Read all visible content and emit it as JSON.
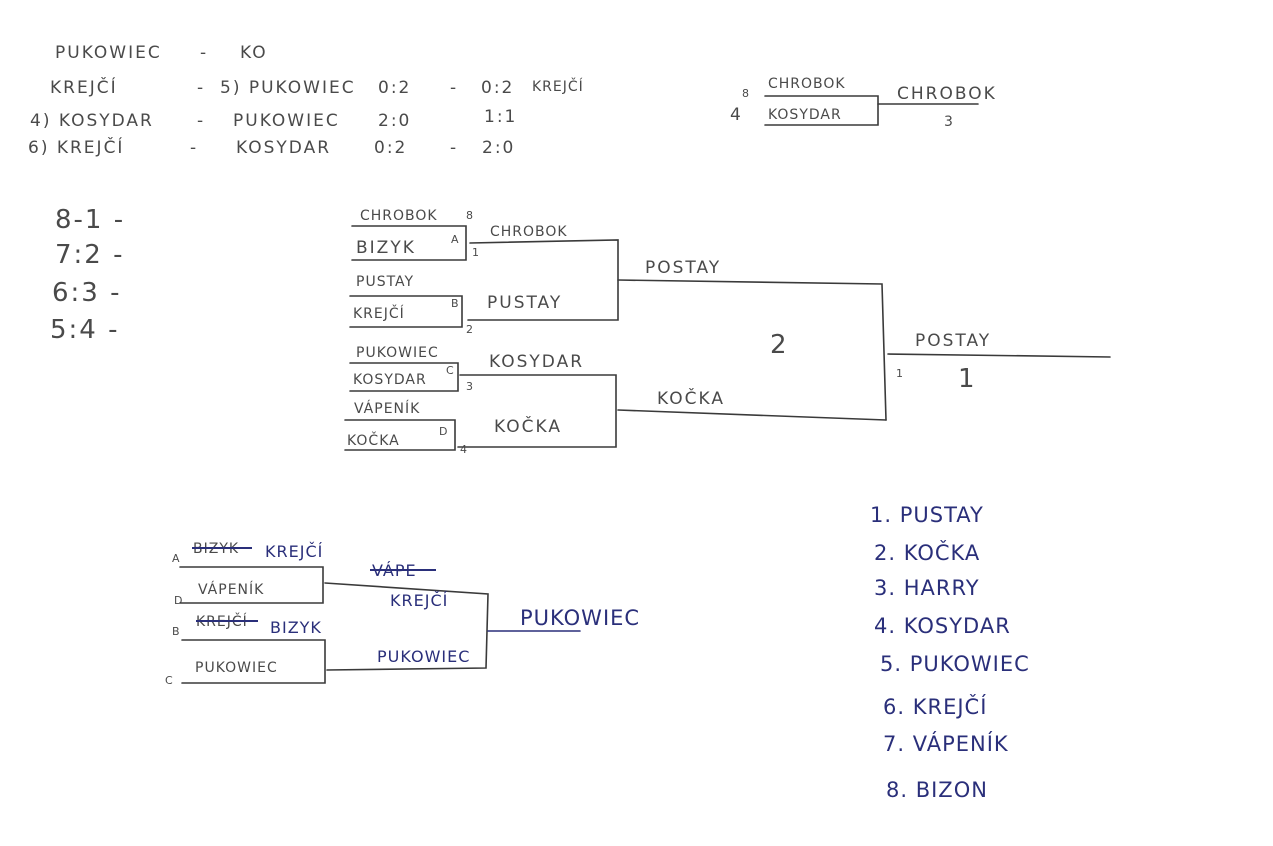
{
  "matches": {
    "r1": {
      "a": "PUKOWIEC",
      "dash": "-",
      "b": "KO"
    },
    "r2": {
      "a": "KREJČÍ",
      "dash": "-",
      "b": "5) PUKOWIEC",
      "s1": "0:2",
      "dash2": "-",
      "s2": "0:2",
      "c": "KREJČÍ"
    },
    "r3": {
      "a": "4) KOSYDAR",
      "dash": "-",
      "b": "PUKOWIEC",
      "s1": "2:0",
      "s2": "1:1"
    },
    "r4": {
      "a": "6) KREJČÍ",
      "dash": "-",
      "b": "KOSYDAR",
      "s1": "0:2",
      "dash2": "-",
      "s2": "2:0"
    }
  },
  "seeds": [
    "8-1 -",
    "7:2 -",
    "6:3 -",
    "5:4 -"
  ],
  "third_place": {
    "top": "CHROBOK",
    "top_mark": "8",
    "bottom": "KOSYDAR",
    "bottom_mark": "4",
    "winner": "CHROBOK",
    "place": "3"
  },
  "main_bracket": {
    "pairs": [
      {
        "top": "CHROBOK",
        "top_mark": "8",
        "bottom": "BIZYK",
        "letter": "A",
        "num": "1",
        "winner": "CHROBOK"
      },
      {
        "top": "PUSTAY",
        "bottom": "KREJČÍ",
        "letter": "B",
        "num": "2",
        "winner": "PUSTAY"
      },
      {
        "top": "PUKOWIEC",
        "bottom": "KOSYDAR",
        "letter": "C",
        "num": "3",
        "winner": "KOSYDAR"
      },
      {
        "top": "VÁPENÍK",
        "bottom": "KOČKA",
        "letter": "D",
        "num": "4",
        "winner": "KOČKA"
      }
    ],
    "semis": [
      "POSTAY",
      "KOČKA"
    ],
    "final_winner": "POSTAY",
    "final_mark": "1",
    "final_place": "1",
    "runner_up_place": "2"
  },
  "consolation": {
    "entries": [
      {
        "letter": "A",
        "crossed": "BIZYK",
        "name": "KREJČÍ"
      },
      {
        "letter": "D",
        "crossed": "",
        "name": "VÁPENÍK"
      },
      {
        "letter": "B",
        "crossed": "KREJČÍ",
        "name": "BIZYK"
      },
      {
        "letter": "C",
        "crossed": "",
        "name": "PUKOWIEC"
      }
    ],
    "semi_crossed": "VÁPE",
    "semis": [
      "KREJČÍ",
      "PUKOWIEC"
    ],
    "winner": "PUKOWIEC"
  },
  "standings": [
    "1. PUSTAY",
    "2. KOČKA",
    "3. HARRY",
    "4. KOSYDAR",
    "5. PUKOWIEC",
    "6. KREJČÍ",
    "7. VÁPENÍK",
    "8. BIZON"
  ]
}
